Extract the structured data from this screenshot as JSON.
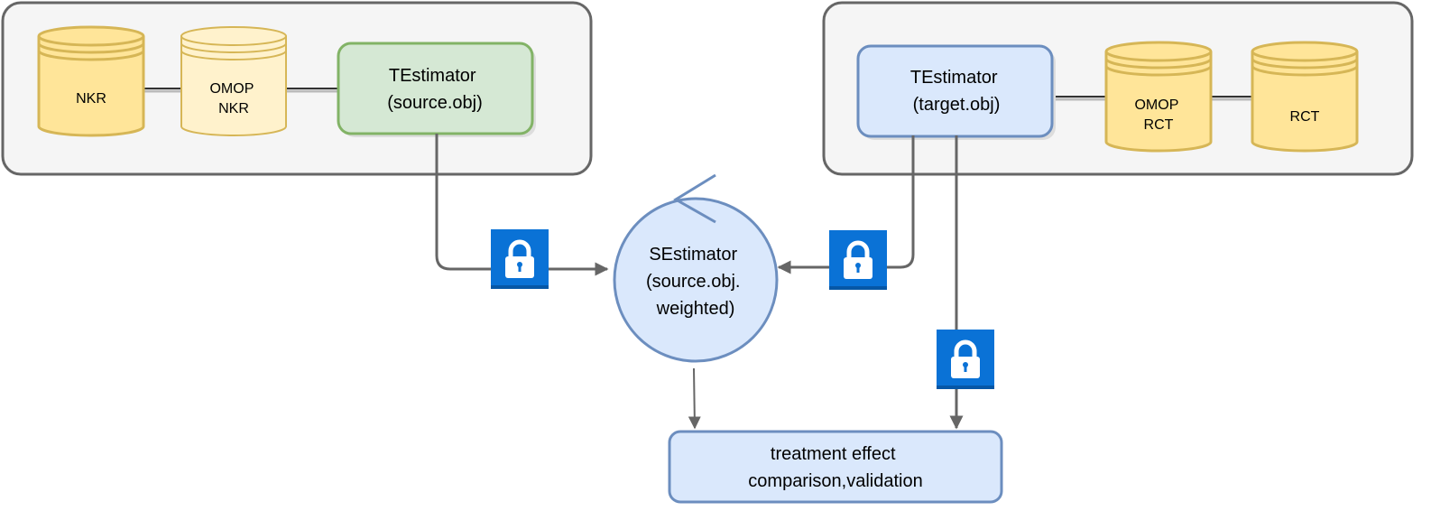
{
  "colors": {
    "panel_fill": "#f5f5f5",
    "panel_stroke": "#666666",
    "db_fill": "#ffe599",
    "db_stroke": "#d6b656",
    "db_fill_light": "#fff2cc",
    "source_fill": "#d5e8d4",
    "source_stroke": "#82b366",
    "target_fill": "#dae8fc",
    "target_stroke": "#6c8ebf",
    "connector": "#666666",
    "lock_fill": "#0a72d6"
  },
  "source_site": {
    "databases": [
      {
        "id": "nkr",
        "lines": [
          "NKR"
        ]
      },
      {
        "id": "omop-nkr",
        "lines": [
          "OMOP",
          "NKR"
        ]
      }
    ],
    "estimator": {
      "lines": [
        "TEstimator",
        "(source.obj)"
      ]
    }
  },
  "target_site": {
    "estimator": {
      "lines": [
        "TEstimator",
        "(target.obj)"
      ]
    },
    "databases": [
      {
        "id": "omop-rct",
        "lines": [
          "OMOP",
          "RCT"
        ]
      },
      {
        "id": "rct",
        "lines": [
          "RCT"
        ]
      }
    ]
  },
  "central": {
    "se_estimator": {
      "lines": [
        "SEstimator",
        "(source.obj.",
        "weighted)"
      ]
    },
    "result": {
      "lines": [
        "treatment effect",
        "comparison,validation"
      ]
    }
  },
  "icons": {
    "lock": "lock-icon",
    "cycle": "cycle-arrow-icon"
  }
}
